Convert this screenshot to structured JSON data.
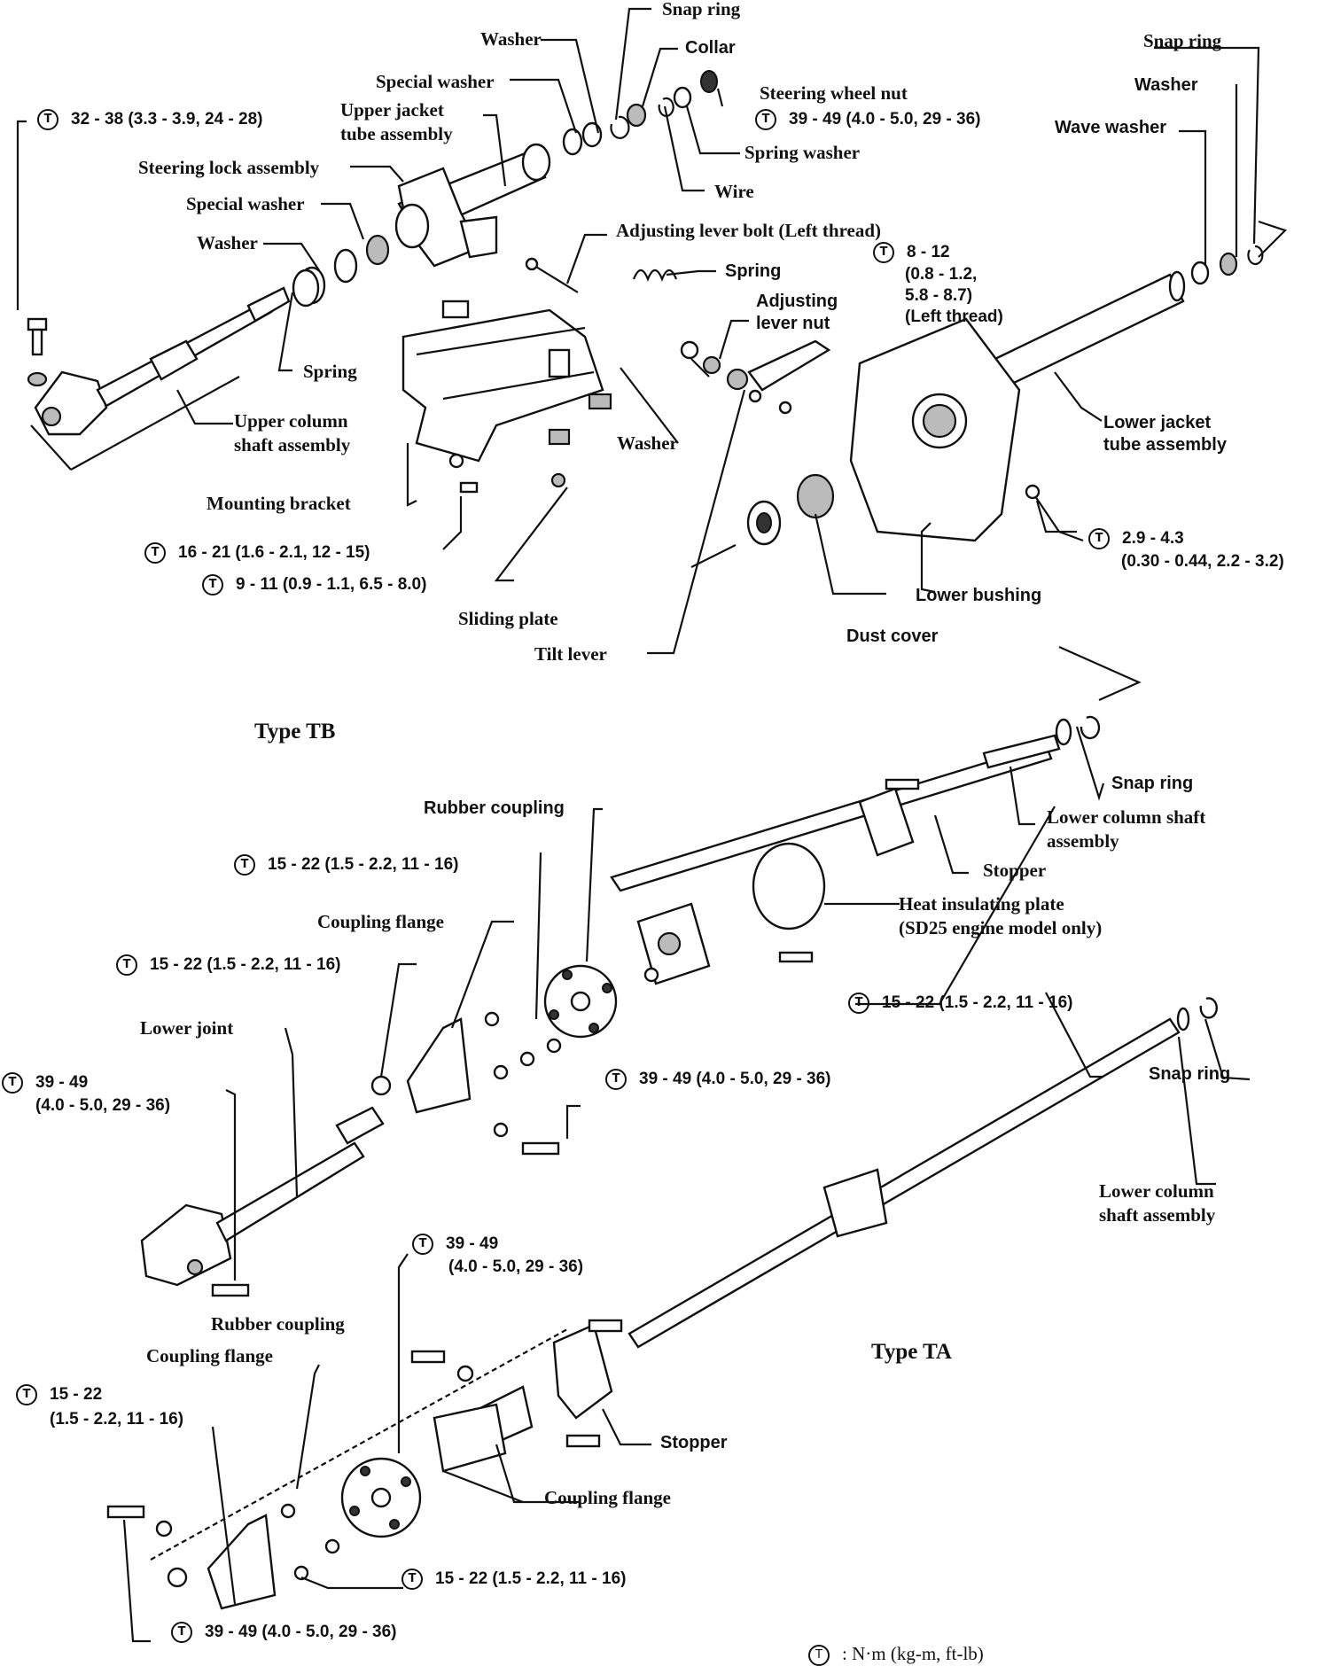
{
  "type_tb": "Type TB",
  "type_ta": "Type TA",
  "legend": {
    "symbol": "T",
    "text": ": N·m (kg-m, ft-lb)"
  },
  "labels": {
    "snap_ring_top": "Snap ring",
    "washer_top": "Washer",
    "collar": "Collar",
    "special_washer_top": "Special washer",
    "steering_wheel_nut": "Steering wheel nut",
    "upper_jacket_1": "Upper jacket",
    "upper_jacket_2": "tube assembly",
    "spring_washer": "Spring washer",
    "steering_lock": "Steering lock assembly",
    "wire": "Wire",
    "special_washer_mid": "Special washer",
    "washer_mid": "Washer",
    "adjusting_lever_bolt": "Adjusting lever bolt (Left thread)",
    "spring_right": "Spring",
    "adjusting_nut_1": "Adjusting",
    "adjusting_nut_2": "lever nut",
    "spring_left": "Spring",
    "upper_col_1": "Upper column",
    "upper_col_2": "shaft assembly",
    "washer_low": "Washer",
    "mounting_bracket": "Mounting bracket",
    "sliding_plate": "Sliding plate",
    "tilt_lever": "Tilt lever",
    "snap_ring_r": "Snap ring",
    "washer_r": "Washer",
    "wave_washer": "Wave washer",
    "lower_jacket_1": "Lower jacket",
    "lower_jacket_2": "tube assembly",
    "lower_bushing": "Lower bushing",
    "dust_cover": "Dust cover",
    "snap_ring_tb": "Snap ring",
    "rubber_coupling_tb": "Rubber coupling",
    "lower_col_tb_1": "Lower column shaft",
    "lower_col_tb_2": "assembly",
    "stopper_tb": "Stopper",
    "heat_plate_1": "Heat insulating plate",
    "heat_plate_2": "(SD25 engine model only)",
    "coupling_flange_tb": "Coupling flange",
    "lower_joint": "Lower joint",
    "snap_ring_ta": "Snap ring",
    "lower_col_ta_1": "Lower column",
    "lower_col_ta_2": "shaft assembly",
    "rubber_coupling_ta": "Rubber coupling",
    "coupling_flange_ta": "Coupling flange",
    "stopper_ta": "Stopper",
    "coupling_flange_ta2": "Coupling flange"
  },
  "torques": {
    "t32_38": "32 - 38 (3.3 - 3.9, 24 - 28)",
    "t39_49_top": "39 - 49 (4.0 - 5.0, 29 - 36)",
    "t8_12_a": "8 - 12",
    "t8_12_b": "(0.8 - 1.2,",
    "t8_12_c": "5.8 - 8.7)",
    "t8_12_d": "(Left thread)",
    "t16_21": "16 - 21 (1.6 - 2.1, 12 - 15)",
    "t9_11": "9 - 11 (0.9 - 1.1, 6.5 - 8.0)",
    "t29_43_a": "2.9 - 4.3",
    "t29_43_b": "(0.30 - 0.44, 2.2 - 3.2)",
    "t15_22_a": "15 - 22 (1.5 - 2.2, 11 - 16)",
    "t15_22_b": "15 - 22 (1.5 - 2.2, 11 - 16)",
    "t15_22_c": "15 - 22 (1.5 - 2.2, 11 - 16)",
    "t39_49_mid": "39 - 49 (4.0 - 5.0, 29 - 36)",
    "t39_49_left_a": "39 - 49",
    "t39_49_left_b": "(4.0 - 5.0, 29 - 36)",
    "t39_49_ta_a": "39 - 49",
    "t39_49_ta_b": "(4.0 - 5.0, 29 - 36)",
    "t15_22_ta_a": "15 - 22",
    "t15_22_ta_b": "(1.5 - 2.2, 11 - 16)",
    "t15_22_ta_c": "15 - 22 (1.5 - 2.2, 11 - 16)",
    "t39_49_bottom": "39 - 49 (4.0 - 5.0, 29 - 36)"
  }
}
